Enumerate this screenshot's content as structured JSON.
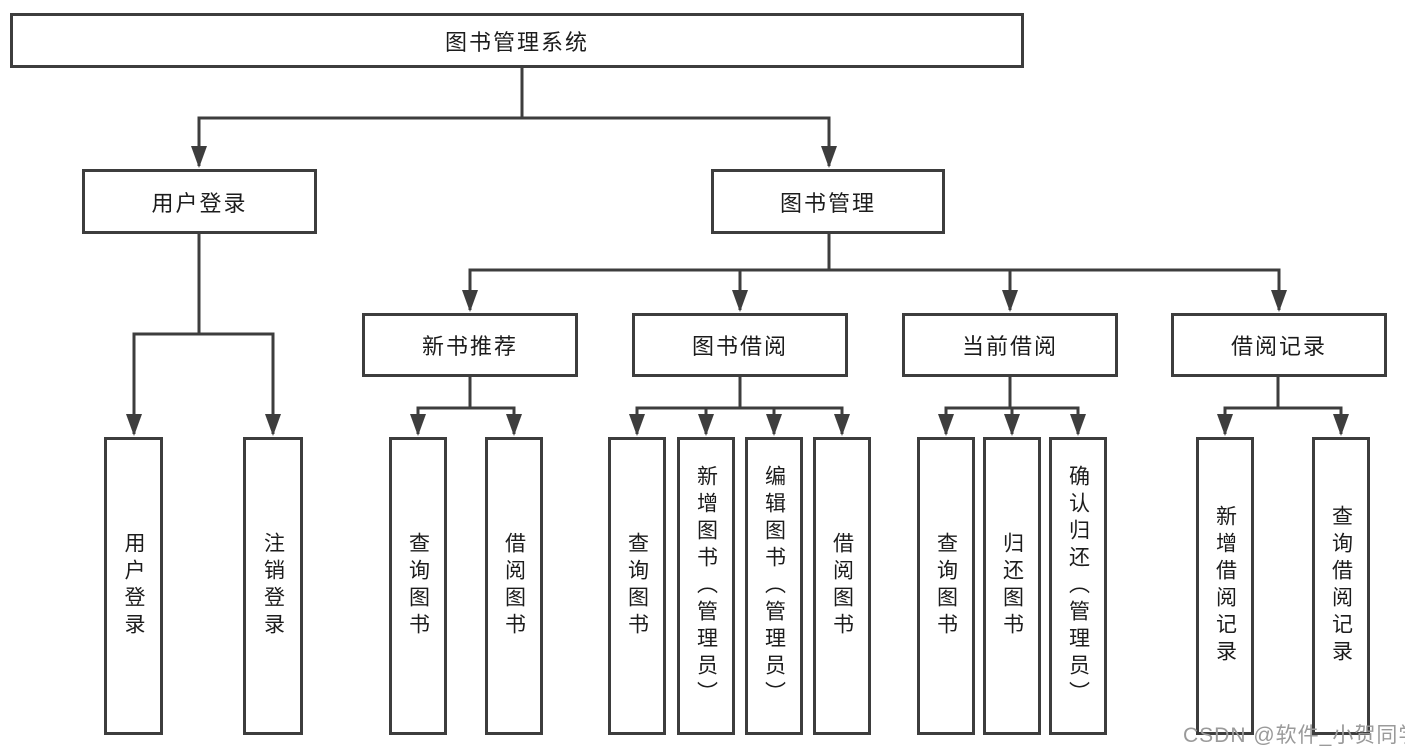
{
  "diagram": {
    "root": {
      "label": "图书管理系统"
    },
    "branches": [
      {
        "label": "用户登录",
        "children": [
          {
            "label": "用户登录"
          },
          {
            "label": "注销登录"
          }
        ]
      },
      {
        "label": "图书管理",
        "children": [
          {
            "label": "新书推荐",
            "children": [
              {
                "label": "查询图书"
              },
              {
                "label": "借阅图书"
              }
            ]
          },
          {
            "label": "图书借阅",
            "children": [
              {
                "label": "查询图书"
              },
              {
                "label": "新增图书（管理员）"
              },
              {
                "label": "编辑图书（管理员）"
              },
              {
                "label": "借阅图书"
              }
            ]
          },
          {
            "label": "当前借阅",
            "children": [
              {
                "label": "查询图书"
              },
              {
                "label": "归还图书"
              },
              {
                "label": "确认归还（管理员）"
              }
            ]
          },
          {
            "label": "借阅记录",
            "children": [
              {
                "label": "新增借阅记录"
              },
              {
                "label": "查询借阅记录"
              }
            ]
          }
        ]
      }
    ]
  },
  "watermark": "CSDN @软件_小贺同学",
  "colors": {
    "line": "#3d3d3d",
    "text": "#1c1c1c",
    "watermark": "#9a9a9a",
    "background": "#ffffff"
  }
}
